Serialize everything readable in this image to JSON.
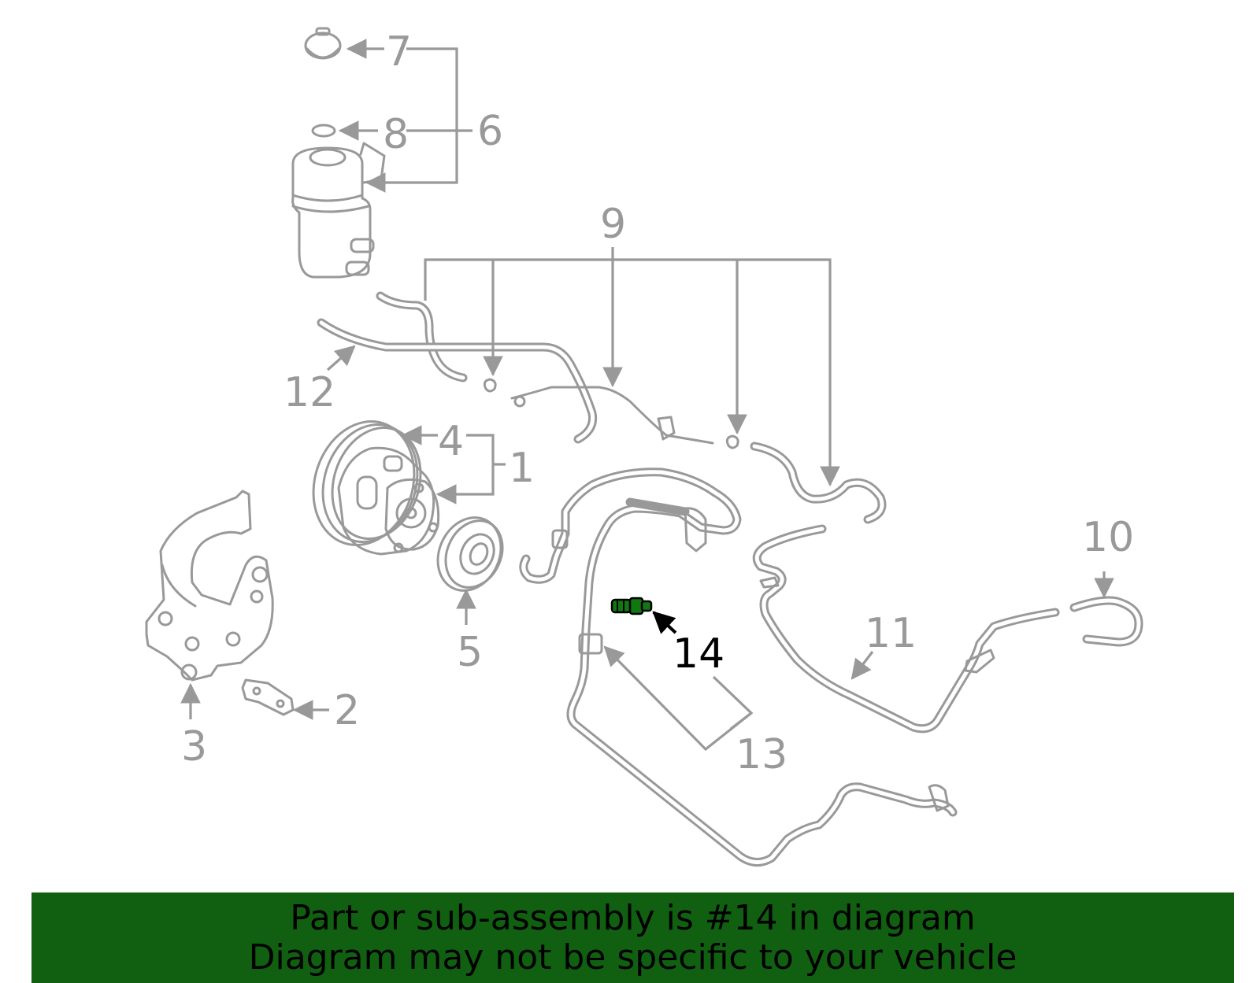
{
  "colors": {
    "line_art": "#999999",
    "highlight": "#000000",
    "highlight_part": "#117711",
    "banner_bg": "#116011"
  },
  "callouts": {
    "c1": "1",
    "c2": "2",
    "c3": "3",
    "c4": "4",
    "c5": "5",
    "c6": "6",
    "c7": "7",
    "c8": "8",
    "c9": "9",
    "c10": "10",
    "c11": "11",
    "c12": "12",
    "c13": "13",
    "c14": "14"
  },
  "highlighted_callout": "14",
  "banner": {
    "line1": "Part or sub-assembly is #14 in diagram",
    "line2": "Diagram may not be specific to your vehicle"
  }
}
